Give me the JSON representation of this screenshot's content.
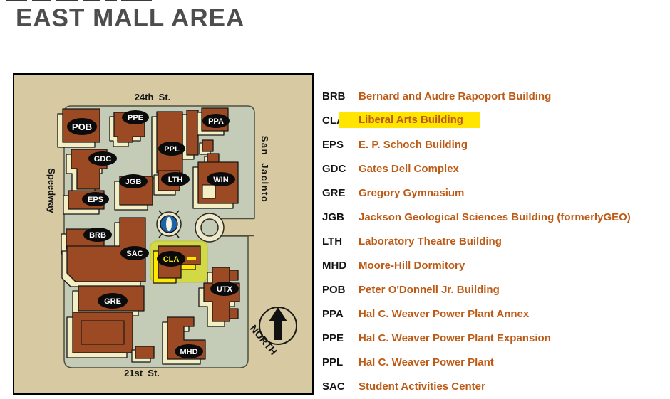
{
  "page": {
    "title": "EAST MALL AREA"
  },
  "colors": {
    "title_text": "#4d4d4d",
    "legend_link": "#bd5b16",
    "legend_highlight": "#ffe500",
    "map_background": "#d7caa2",
    "campus_ground": "#c4ccb7",
    "building_face": "#9c4a23",
    "building_side": "#f3eec3",
    "map_highlight_glow": "#d3d945",
    "map_highlight_side": "#ffe800",
    "fountain_blue": "#1c63a5"
  },
  "map": {
    "streets": {
      "top": "24th  St.",
      "bottom": "21st  St.",
      "left": "Speedway",
      "right": "San  Jacinto"
    },
    "north_label": "NORTH",
    "highlighted_building": "CLA",
    "building_labels": [
      "POB",
      "PPE",
      "PPA",
      "PPL",
      "GDC",
      "JGB",
      "LTH",
      "WIN",
      "EPS",
      "BRB",
      "SAC",
      "CLA",
      "UTX",
      "GRE",
      "MHD"
    ]
  },
  "legend": {
    "items": [
      {
        "code": "BRB",
        "name": "Bernard and Audre Rapoport Building",
        "highlighted": false
      },
      {
        "code": "CLA",
        "name": "Liberal Arts Building",
        "highlighted": true
      },
      {
        "code": "EPS",
        "name": "E. P. Schoch Building",
        "highlighted": false
      },
      {
        "code": "GDC",
        "name": "Gates Dell Complex",
        "highlighted": false
      },
      {
        "code": "GRE",
        "name": "Gregory Gymnasium",
        "highlighted": false
      },
      {
        "code": "JGB",
        "name": "Jackson Geological Sciences Building (formerlyGEO)",
        "highlighted": false
      },
      {
        "code": "LTH",
        "name": "Laboratory Theatre Building",
        "highlighted": false
      },
      {
        "code": "MHD",
        "name": "Moore-Hill Dormitory",
        "highlighted": false
      },
      {
        "code": "POB",
        "name": "Peter O'Donnell Jr. Building",
        "highlighted": false
      },
      {
        "code": "PPA",
        "name": "Hal C. Weaver Power Plant Annex",
        "highlighted": false
      },
      {
        "code": "PPE",
        "name": "Hal C. Weaver Power Plant Expansion",
        "highlighted": false
      },
      {
        "code": "PPL",
        "name": "Hal C. Weaver Power Plant",
        "highlighted": false
      },
      {
        "code": "SAC",
        "name": "Student Activities Center",
        "highlighted": false
      }
    ]
  }
}
